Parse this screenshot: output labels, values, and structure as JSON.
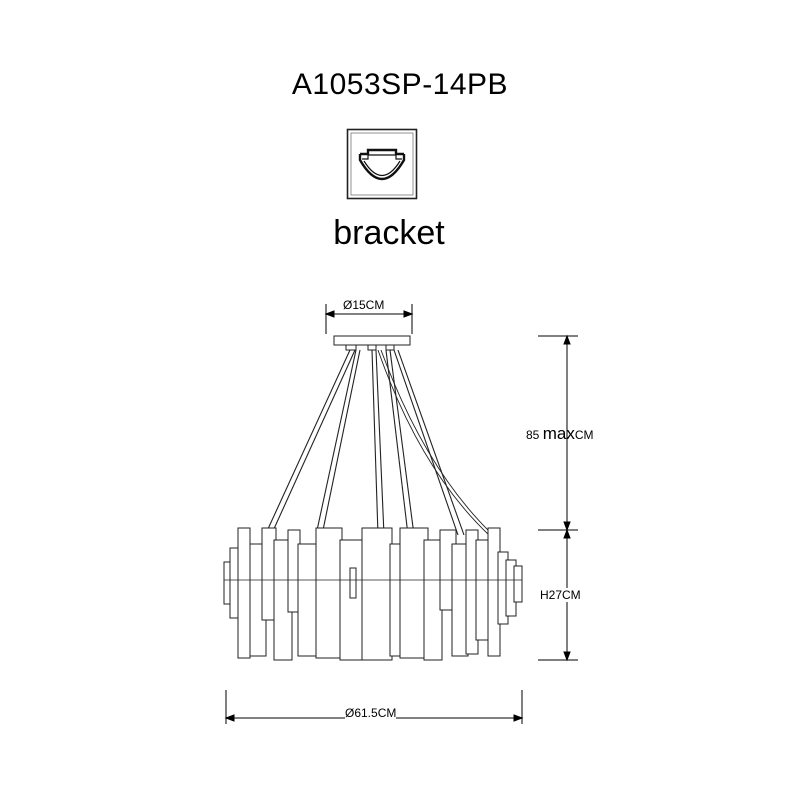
{
  "model": "A1053SP-14PB",
  "bracket": {
    "icon": "bracket-icon",
    "label": "bracket"
  },
  "dimensions": {
    "canopy_diameter": "Ø15CM",
    "suspension_value": "85",
    "suspension_max": "max",
    "suspension_unit": "CM",
    "body_height": "H27CM",
    "body_diameter": "Ø61.5CM"
  }
}
